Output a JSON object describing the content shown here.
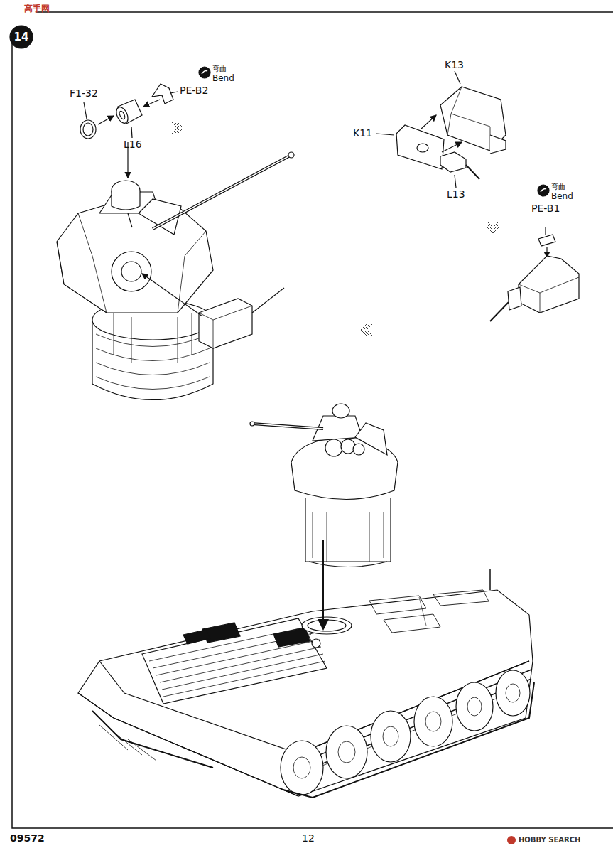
{
  "diagram": {
    "labels": [
      "高手网",
      "14",
      "F1-32",
      "L16",
      "弯曲",
      "Bend",
      "PE-B2",
      "K13",
      "K11",
      "L13",
      "弯曲",
      "Bend",
      "PE-B1",
      "09572",
      "12",
      "HOBBY SEARCH"
    ]
  }
}
